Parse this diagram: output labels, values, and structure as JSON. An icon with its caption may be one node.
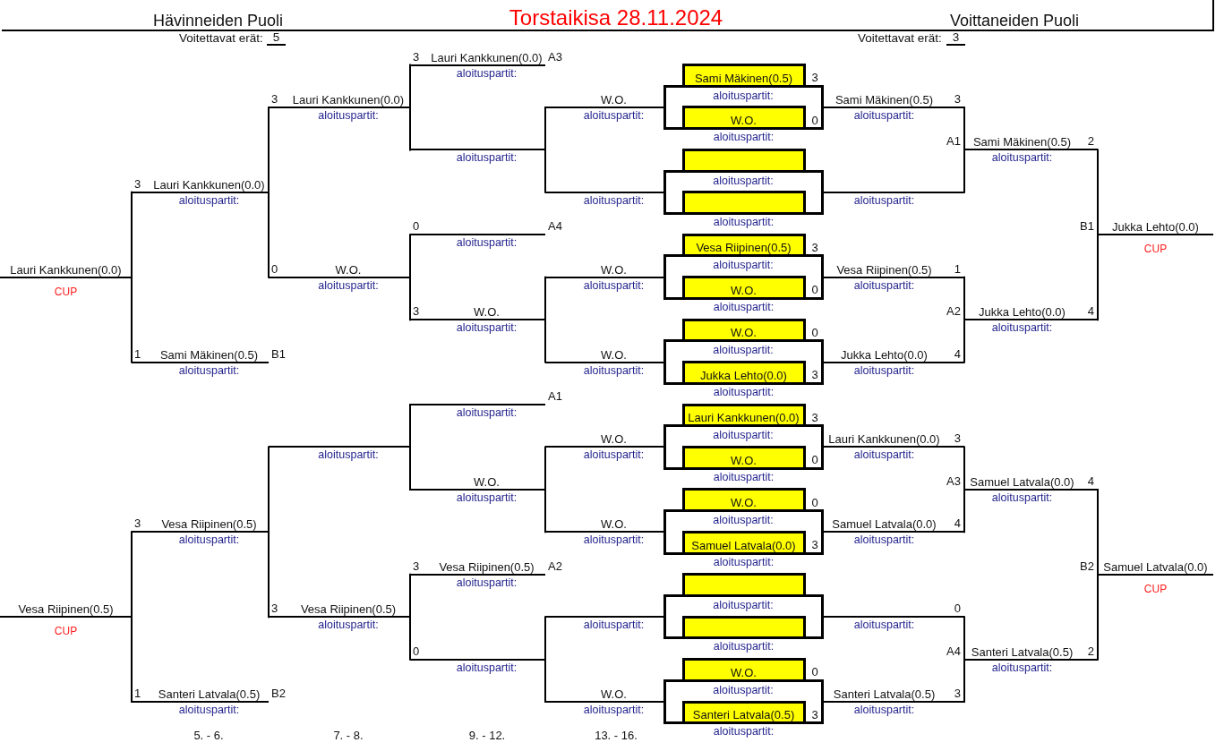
{
  "diagram": {
    "title": "Torstaikisa 28.11.2024",
    "nodes": [
      {
        "text": [
          "Lauri Kankkunen(0.0)",
          "CUP"
        ]
      },
      {
        "text": [
          "Vesa Riipinen(0.5)",
          "CUP"
        ]
      },
      {
        "text": [
          "Lauri Kankkunen(0.0)",
          "aloituspartit:"
        ],
        "beside": [
          "3"
        ]
      },
      {
        "text": [
          "Sami Mäkinen(0.5)",
          "aloituspartit:"
        ],
        "beside": [
          "1",
          "B1"
        ]
      },
      {
        "text": [
          "Vesa Riipinen(0.5)",
          "aloituspartit:"
        ],
        "beside": [
          "3"
        ]
      },
      {
        "text": [
          "Santeri Latvala(0.5)",
          "aloituspartit:"
        ],
        "beside": [
          "1",
          "B2"
        ]
      },
      {
        "text": [
          "Lauri Kankkunen(0.0)",
          "aloituspartit:"
        ],
        "beside": [
          "3"
        ]
      },
      {
        "text": [
          "W.O.",
          "aloituspartit:"
        ],
        "beside": [
          "0"
        ]
      },
      {
        "text": [
          "aloituspartit:"
        ]
      },
      {
        "text": [
          "Vesa Riipinen(0.5)",
          "aloituspartit:"
        ],
        "beside": [
          "3"
        ]
      },
      {
        "text": [
          "Lauri Kankkunen(0.0)",
          "aloituspartit:"
        ],
        "beside": [
          "3",
          "A3"
        ]
      },
      {
        "text": [
          "aloituspartit:"
        ]
      },
      {
        "text": [
          "aloituspartit:"
        ],
        "beside": [
          "0",
          "A4"
        ]
      },
      {
        "text": [
          "W.O.",
          "aloituspartit:"
        ],
        "beside": [
          "3"
        ]
      },
      {
        "text": [
          "aloituspartit:"
        ],
        "beside": [
          "A1"
        ]
      },
      {
        "text": [
          "W.O.",
          "aloituspartit:"
        ]
      },
      {
        "text": [
          "Vesa Riipinen(0.5)",
          "aloituspartit:"
        ],
        "beside": [
          "3",
          "A2"
        ]
      },
      {
        "text": [
          "aloituspartit:"
        ],
        "beside": [
          "0"
        ]
      },
      {
        "text": [
          "W.O.",
          "aloituspartit:"
        ]
      },
      {
        "text": [
          "aloituspartit:"
        ]
      },
      {
        "text": [
          "W.O.",
          "aloituspartit:"
        ]
      },
      {
        "text": [
          "W.O.",
          "aloituspartit:"
        ]
      },
      {
        "text": [
          "W.O.",
          "aloituspartit:"
        ]
      },
      {
        "text": [
          "W.O.",
          "aloituspartit:"
        ]
      },
      {
        "text": [
          "aloituspartit:"
        ]
      },
      {
        "text": [
          "W.O.",
          "aloituspartit:"
        ]
      },
      {
        "text": [
          "Sami Mäkinen(0.5)"
        ],
        "beside": [
          "3"
        ]
      },
      {
        "text": [
          "aloituspartit:"
        ]
      },
      {
        "text": [
          "W.O."
        ],
        "in": 27,
        "beside": [
          "0",
          "aloituspartit:"
        ]
      },
      {
        "text": [],
        "shape": "box"
      },
      {
        "text": [
          "aloituspartit:"
        ]
      },
      {
        "text": [],
        "shape": "box",
        "in": 30,
        "beside": [
          "aloituspartit:"
        ]
      },
      {
        "text": [
          "Vesa Riipinen(0.5)"
        ],
        "beside": [
          "3"
        ]
      },
      {
        "text": [
          "aloituspartit:"
        ]
      },
      {
        "text": [
          "W.O."
        ],
        "in": 33,
        "beside": [
          "0",
          "aloituspartit:"
        ]
      },
      {
        "text": [
          "W.O."
        ],
        "beside": [
          "0"
        ]
      },
      {
        "text": [
          "aloituspartit:"
        ]
      },
      {
        "text": [
          "Jukka Lehto(0.0)"
        ],
        "in": 36,
        "beside": [
          "3",
          "aloituspartit:"
        ]
      },
      {
        "text": [
          "Lauri Kankkunen(0.0)"
        ],
        "beside": [
          "3"
        ]
      },
      {
        "text": [
          "aloituspartit:"
        ]
      },
      {
        "text": [
          "W.O."
        ],
        "in": 39,
        "beside": [
          "0",
          "aloituspartit:"
        ]
      },
      {
        "text": [
          "W.O."
        ],
        "beside": [
          "0"
        ]
      },
      {
        "text": [
          "aloituspartit:"
        ]
      },
      {
        "text": [
          "Samuel Latvala(0.0)"
        ],
        "in": 42,
        "beside": [
          "3",
          "aloituspartit:"
        ]
      },
      {
        "text": [],
        "shape": "box"
      },
      {
        "text": [
          "aloituspartit:"
        ]
      },
      {
        "text": [],
        "shape": "box",
        "in": 45,
        "beside": [
          "aloituspartit:"
        ]
      },
      {
        "text": [
          "W.O."
        ],
        "beside": [
          "0"
        ]
      },
      {
        "text": [
          "aloituspartit:"
        ]
      },
      {
        "text": [
          "Santeri Latvala(0.5)"
        ],
        "in": 48,
        "beside": [
          "3",
          "aloituspartit:"
        ]
      },
      {
        "text": [
          "Sami Mäkinen(0.5)",
          "aloituspartit:"
        ],
        "beside": [
          "3"
        ]
      },
      {
        "text": [
          "aloituspartit:"
        ]
      },
      {
        "text": [
          "Vesa Riipinen(0.5)",
          "aloituspartit:"
        ],
        "beside": [
          "1"
        ]
      },
      {
        "text": [
          "Jukka Lehto(0.0)",
          "aloituspartit:"
        ],
        "beside": [
          "4"
        ]
      },
      {
        "text": [
          "Lauri Kankkunen(0.0)",
          "aloituspartit:"
        ],
        "beside": [
          "3"
        ]
      },
      {
        "text": [
          "Samuel Latvala(0.0)",
          "aloituspartit:"
        ],
        "beside": [
          "4"
        ]
      },
      {
        "text": [
          "aloituspartit:"
        ],
        "beside": [
          "0"
        ]
      },
      {
        "text": [
          "Santeri Latvala(0.5)",
          "aloituspartit:"
        ],
        "beside": [
          "3"
        ]
      },
      {
        "text": [
          "Sami Mäkinen(0.5)",
          "aloituspartit:"
        ],
        "beside": [
          "A1",
          "2"
        ]
      },
      {
        "text": [
          "Jukka Lehto(0.0)",
          "aloituspartit:"
        ],
        "beside": [
          "A2",
          "4"
        ]
      },
      {
        "text": [
          "Samuel Latvala(0.0)",
          "aloituspartit:"
        ],
        "beside": [
          "A3",
          "4"
        ]
      },
      {
        "text": [
          "Santeri Latvala(0.5)",
          "aloituspartit:"
        ],
        "beside": [
          "A4",
          "2"
        ]
      },
      {
        "text": [
          "Jukka Lehto(0.0)",
          "CUP"
        ],
        "beside": [
          "B1"
        ]
      },
      {
        "text": [
          "Samuel Latvala(0.0)",
          "CUP"
        ],
        "beside": [
          "B2"
        ]
      }
    ],
    "edges": [
      {
        "from": 18,
        "to": 11,
        "arrow": "none"
      },
      {
        "from": 19,
        "to": 11,
        "arrow": "none"
      },
      {
        "from": 20,
        "to": 13,
        "arrow": "none"
      },
      {
        "from": 21,
        "to": 13,
        "arrow": "none"
      },
      {
        "from": 22,
        "to": 15,
        "arrow": "none"
      },
      {
        "from": 23,
        "to": 15,
        "arrow": "none"
      },
      {
        "from": 24,
        "to": 17,
        "arrow": "none"
      },
      {
        "from": 25,
        "to": 17,
        "arrow": "none"
      },
      {
        "from": 10,
        "to": 6,
        "arrow": "none"
      },
      {
        "from": 11,
        "to": 6,
        "arrow": "none"
      },
      {
        "from": 12,
        "to": 7,
        "arrow": "none"
      },
      {
        "from": 13,
        "to": 7,
        "arrow": "none"
      },
      {
        "from": 14,
        "to": 8,
        "arrow": "none"
      },
      {
        "from": 15,
        "to": 8,
        "arrow": "none"
      },
      {
        "from": 16,
        "to": 9,
        "arrow": "none"
      },
      {
        "from": 17,
        "to": 9,
        "arrow": "none"
      },
      {
        "from": 6,
        "to": 2,
        "arrow": "none"
      },
      {
        "from": 7,
        "to": 2,
        "arrow": "none"
      },
      {
        "from": 8,
        "to": 4,
        "arrow": "none"
      },
      {
        "from": 9,
        "to": 4,
        "arrow": "none"
      },
      {
        "from": 2,
        "to": 0,
        "arrow": "none"
      },
      {
        "from": 3,
        "to": 0,
        "arrow": "none"
      },
      {
        "from": 4,
        "to": 1,
        "arrow": "none"
      },
      {
        "from": 5,
        "to": 1,
        "arrow": "none"
      },
      {
        "from": 50,
        "to": 58,
        "arrow": "none"
      },
      {
        "from": 51,
        "to": 58,
        "arrow": "none"
      },
      {
        "from": 52,
        "to": 59,
        "arrow": "none"
      },
      {
        "from": 53,
        "to": 59,
        "arrow": "none"
      },
      {
        "from": 54,
        "to": 60,
        "arrow": "none"
      },
      {
        "from": 55,
        "to": 60,
        "arrow": "none"
      },
      {
        "from": 56,
        "to": 61,
        "arrow": "none"
      },
      {
        "from": 57,
        "to": 61,
        "arrow": "none"
      },
      {
        "from": 58,
        "to": 62,
        "arrow": "none"
      },
      {
        "from": 59,
        "to": 62,
        "arrow": "none"
      },
      {
        "from": 60,
        "to": 63,
        "arrow": "none"
      },
      {
        "from": 61,
        "to": 63,
        "arrow": "none"
      }
    ],
    "labels": [
      "Hävinneiden Puoli",
      "Voittaneiden Puoli",
      "Voitettavat erät:",
      "5",
      "Voitettavat erät:",
      "3",
      "5. - 6.",
      "7. - 8.",
      "9. - 12.",
      "13. - 16."
    ]
  }
}
